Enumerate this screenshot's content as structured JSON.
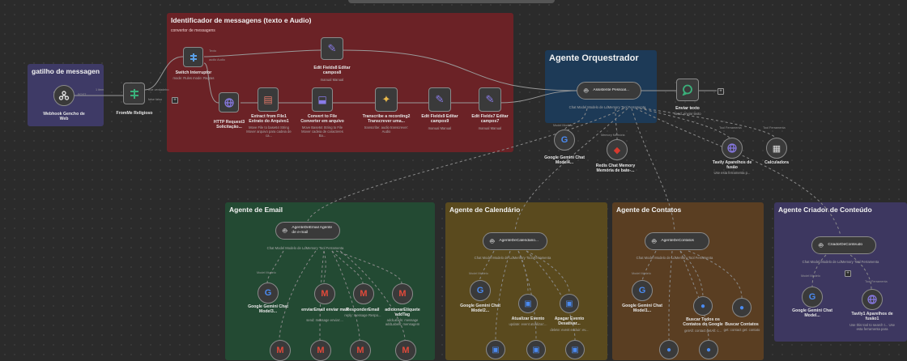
{
  "stickies": {
    "gatilho": {
      "title": "gatilho de messagen"
    },
    "identificador": {
      "title": "Identificador de messagens (texto e Audio)",
      "subtitle": "convertor de messagens"
    },
    "orquestrador": {
      "title": "Agente Orquestrador"
    },
    "email": {
      "title": "Agente de Email"
    },
    "calendario": {
      "title": "Agente de Calendário"
    },
    "contatos": {
      "title": "Agente de Contatos"
    },
    "conteudo": {
      "title": "Agente Criador de Conteúdo"
    }
  },
  "nodes": {
    "webhook": {
      "name": "Webhook Gencho de Web",
      "port": "POST"
    },
    "fromme": {
      "name": "FromMe Religioso",
      "true_label": "true verdadeiro",
      "false_label": "false falso"
    },
    "link1": {
      "label": "1 item"
    },
    "switch": {
      "name": "Switch Interruptor",
      "sub": "mode: Rules mode: Regras",
      "out1": "Texto",
      "out2": "audio Audio"
    },
    "editfields8": {
      "name": "Edit Fields8 Editar campos8",
      "sub": "manual Manual"
    },
    "http": {
      "name": "HTTP Request3 Solicitação..."
    },
    "extract": {
      "name": "Extract from File1 Extrato do Arquivo1",
      "sub": "Move File to base64 String Mover arquivo para cadeia de ca..."
    },
    "convert": {
      "name": "Convert to File Converter em arquivo",
      "sub": "Move Base64 String to File Mover cadeia de caracteres Ba..."
    },
    "transcribe": {
      "name": "Transcribe a recording2 Transcrever uma...",
      "sub": "transcribe: audio transcrever: Audio"
    },
    "editfields9": {
      "name": "Edit Fields9 Editar campos9",
      "sub": "manual Manual"
    },
    "editfields7": {
      "name": "Edit Fields7 Editar campos7",
      "sub": "manual Manual"
    },
    "assistente": {
      "name": "Assistente Pessoal...",
      "ports": "Chat Model Modelo de LdMemory Tool Ferramenta"
    },
    "enviar": {
      "name": "Enviar texto",
      "sub": "send: enviar texto"
    },
    "gemini4": {
      "name": "Google Gemini Chat Model4...",
      "port": "Model Modelo"
    },
    "redis": {
      "name": "Redis Chat Memory Memória de bate-...",
      "port": "Memory Memória"
    },
    "tavily": {
      "name": "Tavily Aparelhos de fusão",
      "sub": "Use esta ferramenta p...",
      "port": "Tool Ferramenta"
    },
    "calc": {
      "name": "Calculadora",
      "port": "Tool Ferramenta"
    },
    "agente_email": {
      "name": "AgenteDeEmail Agente de e-mail",
      "ports": "Chat Model Modelo de LdMemory Tool Ferramenta"
    },
    "gemini3": {
      "name": "Google Gemini Chat Model3...",
      "port": "Model Modelo"
    },
    "enviar_email": {
      "name": "enviarEmail enviar mail",
      "sub": "send: message enviar:..."
    },
    "responder_email": {
      "name": "ResponderEmail",
      "sub": "reply: message Respo..."
    },
    "adicionar_etiqueta": {
      "name": "adicionarEtiquete addTag",
      "sub": "addLabels: message addLabels: mensagem"
    },
    "agente_cal": {
      "name": "AgenteDeCalendario...",
      "ports": "Chat Model Modelo de LdMemory Tool Ferramenta"
    },
    "gemini2": {
      "name": "Google Gemini Chat Model2...",
      "port": "Model Modelo"
    },
    "atualizar_evento": {
      "name": "Atualizar Evento",
      "sub": "update: event atualizar:..."
    },
    "apagar_evento": {
      "name": "Apagar Evento Desativar...",
      "sub": "delete: event excluir: ev..."
    },
    "agente_contatos": {
      "name": "AgenteDeContatos",
      "ports": "Chat Model Modelo de LdMemory Tool Ferramenta"
    },
    "gemini1": {
      "name": "Google Gemini Chat Model1...",
      "port": "Model Modelo"
    },
    "buscar_todos": {
      "name": "Buscar Todos os Contatos do Google",
      "sub": "getAll: contact getAll: c..."
    },
    "buscar_contato": {
      "name": "Buscar Contatos",
      "sub": "get: contact get: contato"
    },
    "criador": {
      "name": "CriadorDeConteudo",
      "ports": "Chat Model Modelo de LdMemory Tool Ferramenta"
    },
    "gemini0": {
      "name": "Google Gemini Chat Model...",
      "port": "Model Modelo"
    },
    "tavily1": {
      "name": "Tavily1 Aparelhos de fusão1",
      "sub": "Use this tool to search t... Use esta ferramenta para",
      "port": "Tool Ferramenta"
    }
  },
  "colors": {
    "sticky_gatilho": "#3e3a66",
    "sticky_identificador": "#6b2226",
    "sticky_orquestrador": "#1d3a57",
    "sticky_email": "#234a33",
    "sticky_calendario": "#5a4a1e",
    "sticky_contatos": "#5a3e22",
    "sticky_conteudo": "#3d3760"
  }
}
